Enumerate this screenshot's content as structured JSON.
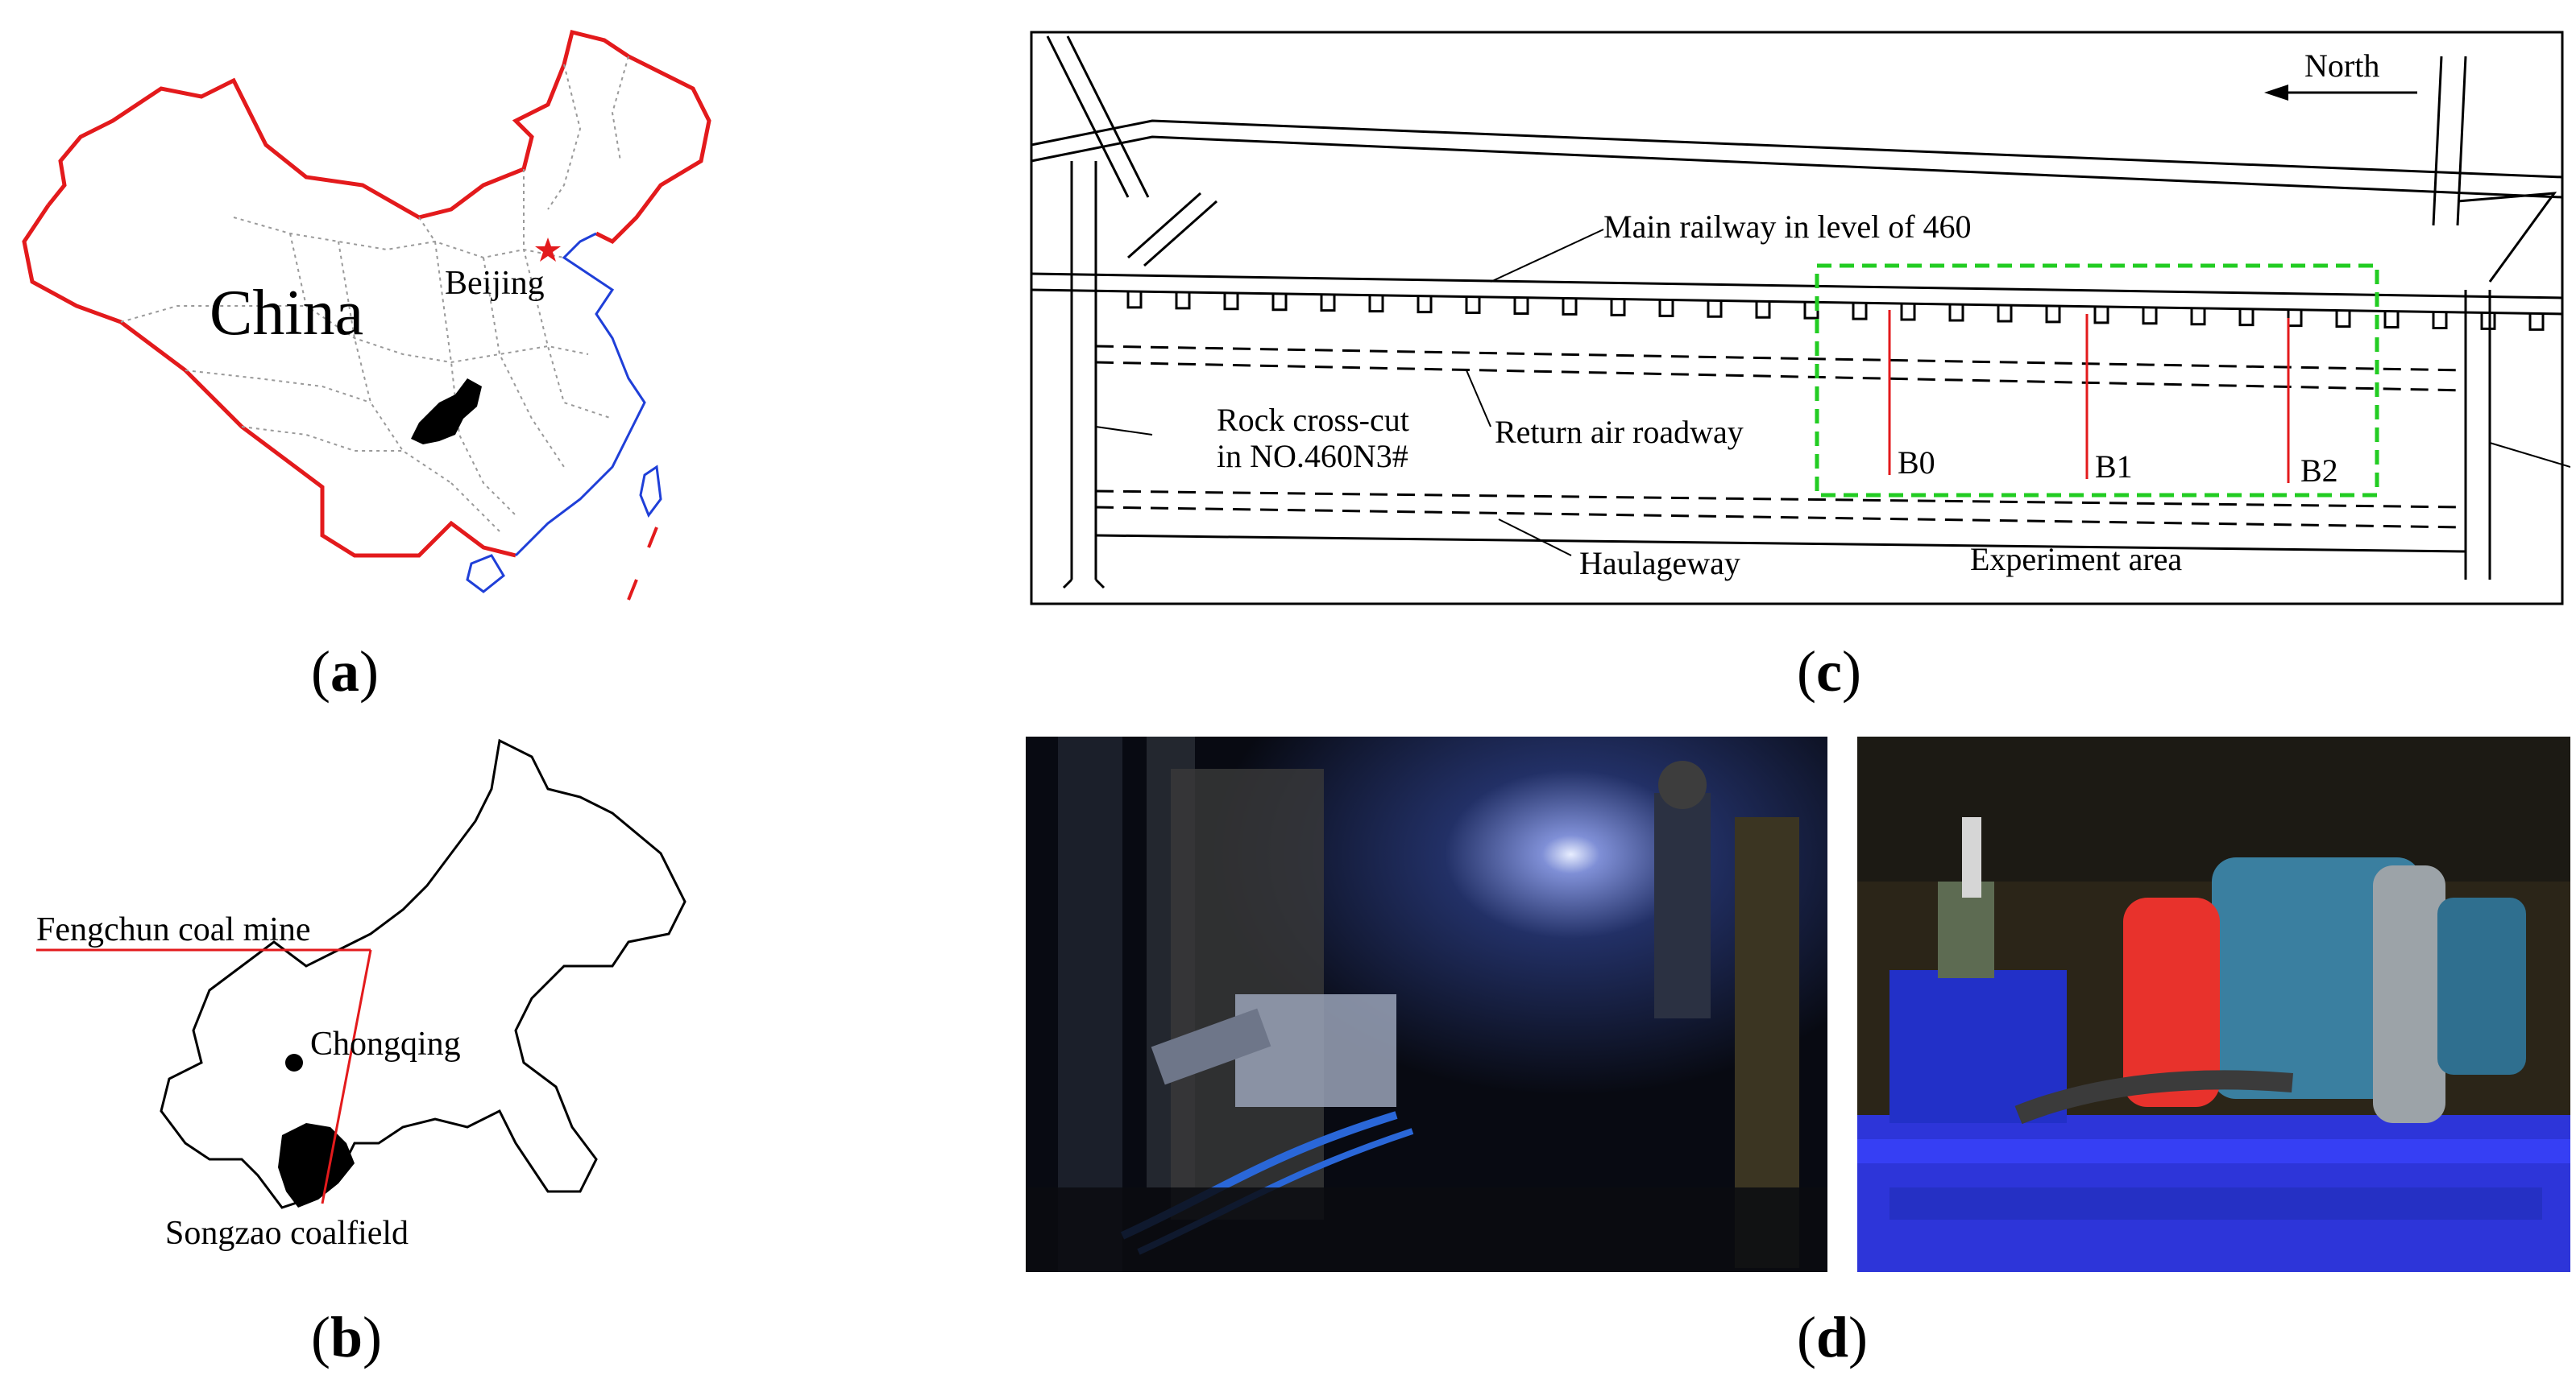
{
  "panel_a": {
    "country_label": "China",
    "capital_label": "Beijing",
    "caption_letter": "a",
    "colors": {
      "border": "#e31a1c",
      "coast": "#1f3fd8",
      "province": "#9a9a9a",
      "capital_star": "#e31a1c"
    }
  },
  "panel_b": {
    "mine_label": "Fengchun coal mine",
    "city_label": "Chongqing",
    "coalfield_label": "Songzao coalfield",
    "caption_letter": "b",
    "colors": {
      "pointer": "#e31a1c"
    }
  },
  "panel_c": {
    "north_label": "North",
    "main_railway_label": "Main railway in level of 460",
    "return_air_label": "Return air roadway",
    "crosscut_label_line1": "Rock cross-cut",
    "crosscut_label_line2": "in NO.460N3#",
    "haulageway_label": "Haulageway",
    "experiment_label": "Experiment area",
    "boreholes": [
      "B0",
      "B1",
      "B2"
    ],
    "caption_letter": "c",
    "colors": {
      "experiment_box": "#22cc22",
      "borehole": "#e31a1c"
    }
  },
  "panel_d": {
    "caption_letter": "d",
    "colors": {
      "frame": "#2d35d9",
      "motor": "#3a7fa0",
      "cover": "#e8322c"
    }
  }
}
